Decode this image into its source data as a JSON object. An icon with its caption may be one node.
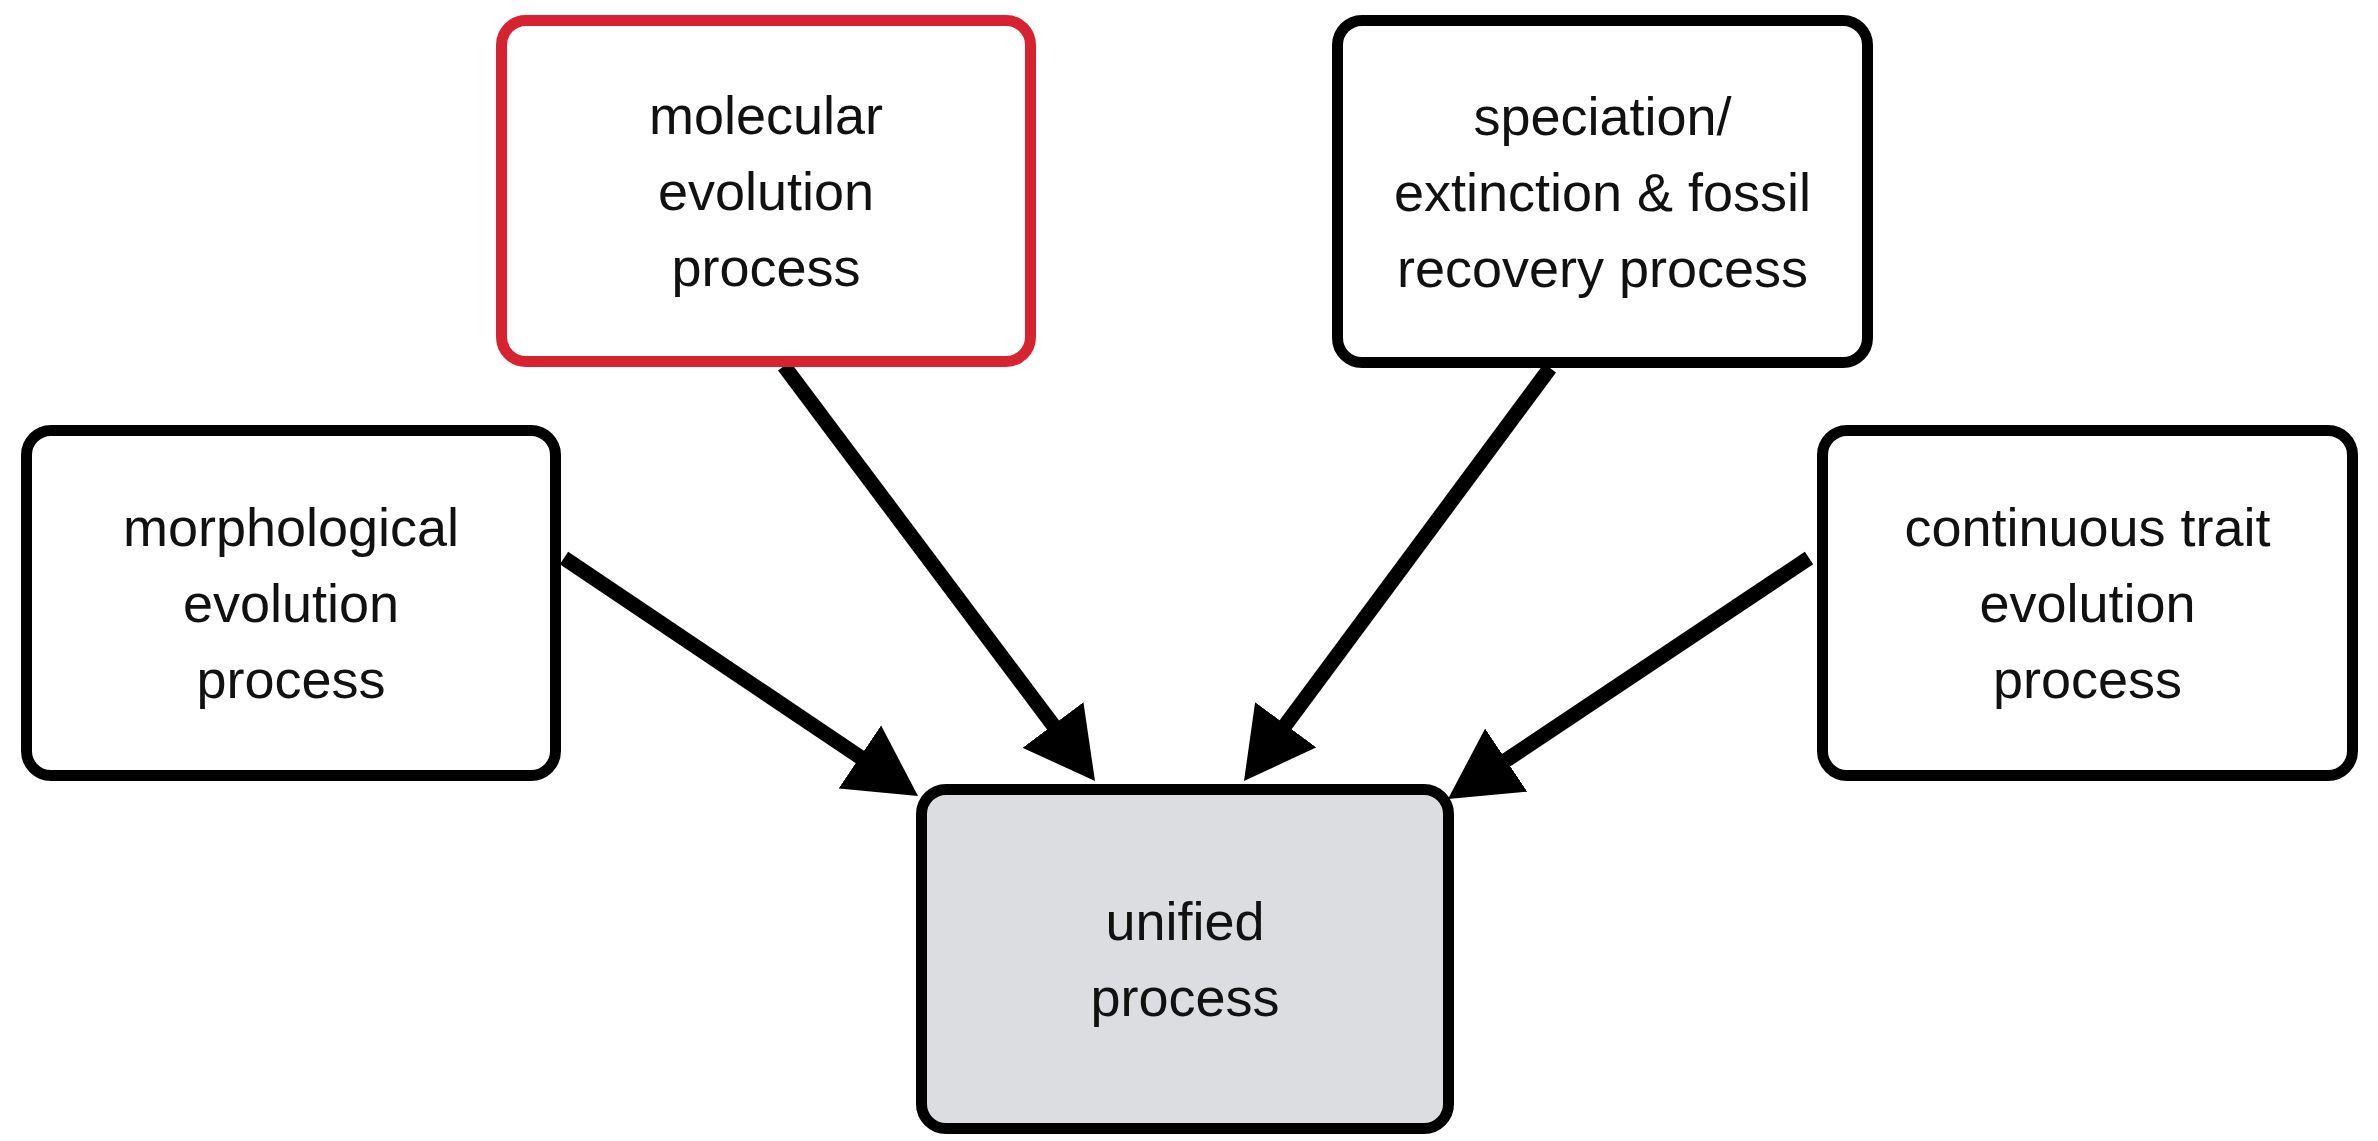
{
  "diagram": {
    "nodes": [
      {
        "text": [
          "molecular evolution process"
        ]
      },
      {
        "text": [
          "speciation/ extinction & fossil recovery process"
        ]
      },
      {
        "text": [
          "morphological evolution process"
        ]
      },
      {
        "text": [
          "continuous trait evolution process"
        ]
      },
      {
        "text": [
          "unified process"
        ]
      }
    ],
    "edges": [
      {
        "from": 2,
        "to": 4,
        "arrow": "to"
      },
      {
        "from": 0,
        "to": 4,
        "arrow": "to"
      },
      {
        "from": 1,
        "to": 4,
        "arrow": "to"
      },
      {
        "from": 3,
        "to": 4,
        "arrow": "to"
      }
    ]
  }
}
